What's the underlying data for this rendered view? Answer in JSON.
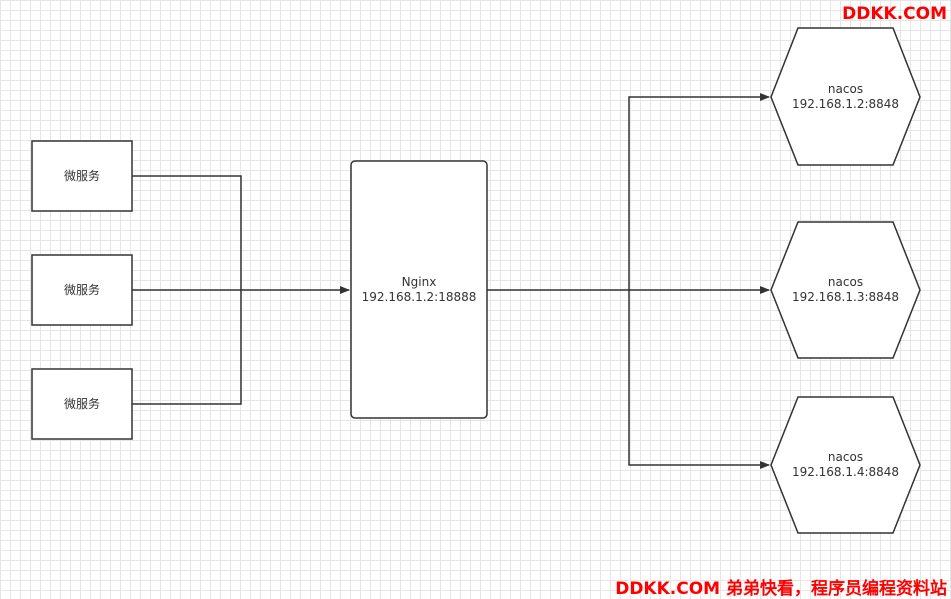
{
  "microservices": [
    {
      "label": "微服务"
    },
    {
      "label": "微服务"
    },
    {
      "label": "微服务"
    }
  ],
  "nginx": {
    "name": "Nginx",
    "address": "192.168.1.2:18888"
  },
  "nacos_nodes": [
    {
      "name": "nacos",
      "address": "192.168.1.2:8848"
    },
    {
      "name": "nacos",
      "address": "192.168.1.3:8848"
    },
    {
      "name": "nacos",
      "address": "192.168.1.4:8848"
    }
  ],
  "watermark": {
    "top": "DDKK.COM",
    "bottom": "DDKK.COM 弟弟快看，程序员编程资料站"
  },
  "colors": {
    "stroke": "#333333",
    "watermark": "#ff0000"
  }
}
